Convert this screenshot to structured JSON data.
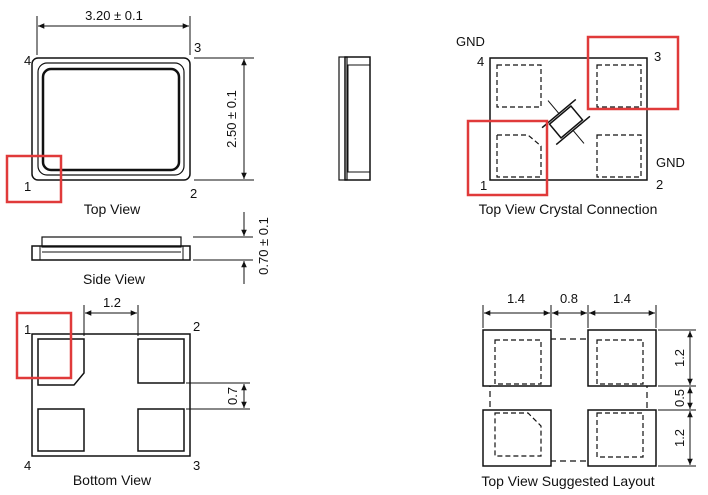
{
  "top_view": {
    "width_dim": "3.20 ± 0.1",
    "height_dim": "2.50 ± 0.1",
    "pin_labels": [
      "4",
      "3",
      "1",
      "2"
    ],
    "caption": "Top View"
  },
  "side_view": {
    "thickness_dim": "0.70 ± 0.1",
    "caption": "Side View"
  },
  "bottom_view": {
    "pad_gap_dim": "1.2",
    "pad_spacing_dim": "0.7",
    "pin_labels": [
      "1",
      "2",
      "4",
      "3"
    ],
    "caption": "Bottom View"
  },
  "crystal_connection": {
    "gnd_top": "GND",
    "gnd_right": "GND",
    "pin_labels": [
      "4",
      "3",
      "1",
      "2"
    ],
    "caption": "Top View Crystal Connection"
  },
  "suggested_layout": {
    "dims_top": [
      "1.4",
      "0.8",
      "1.4"
    ],
    "dims_right": [
      "1.2",
      "0.5",
      "1.2"
    ],
    "caption": "Top View Suggested Layout"
  },
  "colors": {
    "line": "#111111",
    "highlight": "#e03a3a",
    "pad_fill": "#ffffff"
  }
}
